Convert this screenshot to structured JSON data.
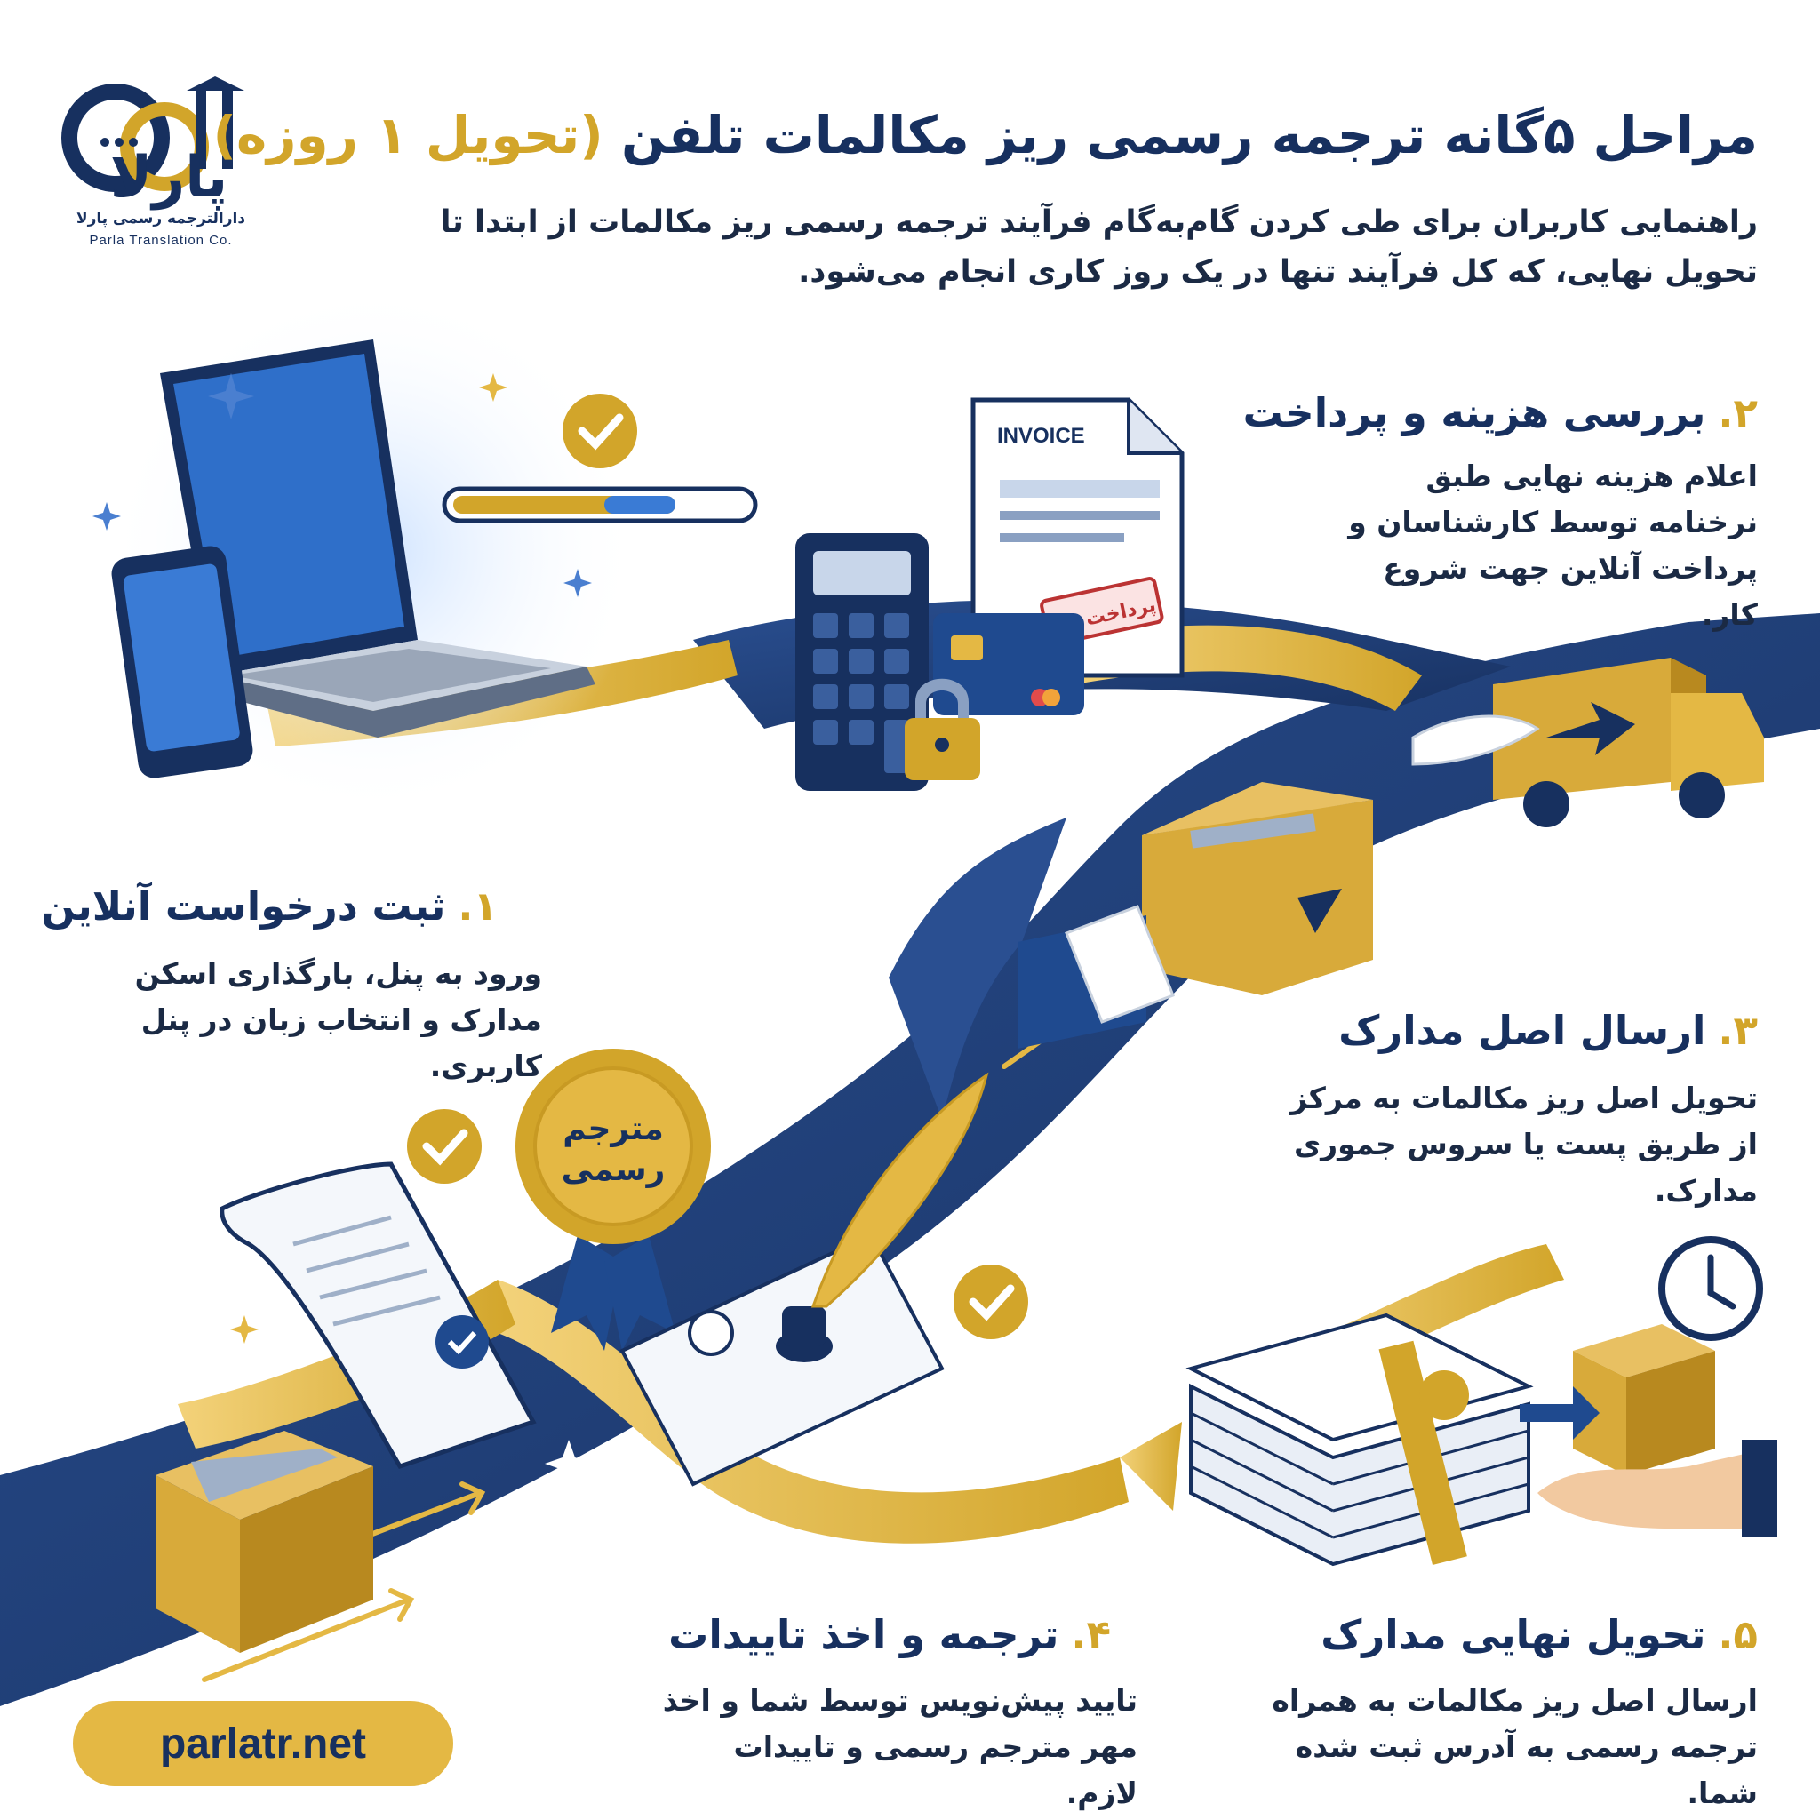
{
  "header": {
    "title_main": "مراحل ۵گانه ترجمه رسمی ریز مکالمات تلفن",
    "title_highlight": "(تحویل ۱ روزه)",
    "subtitle": "راهنمایی کاربران برای طی کردن گام‌به‌گام فرآیند ترجمه رسمی ریز مکالمات از ابتدا تا تحویل نهایی، که کل فرآیند تنها در یک روز کاری انجام می‌شود."
  },
  "brand": {
    "logo_text": "پارلا",
    "tagline_fa": "دارالترجمه رسمی پارلا",
    "tagline_en": "Parla Translation Co.",
    "website": "parlatr.net"
  },
  "steps": [
    {
      "num": "۱.",
      "title": "ثبت درخواست آنلاین",
      "desc": "ورود به پنل، بارگذاری اسکن مدارک و انتخاب زبان در پنل کاربری."
    },
    {
      "num": "۲.",
      "title": "بررسی هزینه و پرداخت",
      "desc": "اعلام هزینه نهایی طبق نرخنامه توسط کارشناسان و پرداخت آنلاین جهت شروع کار."
    },
    {
      "num": "۳.",
      "title": "ارسال اصل مدارک",
      "desc": "تحویل اصل ریز مکالمات به مرکز از طریق پست یا سروس جموری مدارک."
    },
    {
      "num": "۴.",
      "title": "ترجمه و اخذ تاییدات",
      "desc": "تایید پیش‌نویس توسط شما و اخذ مهر مترجم رسمی و تاییدات لازم."
    },
    {
      "num": "۵.",
      "title": "تحویل نهایی مدارک",
      "desc": "ارسال اصل ریز مکالمات به همراه ترجمه رسمی به آدرس ثبت شده شما."
    }
  ],
  "illustrations": {
    "invoice_label": "INVOICE",
    "paid_stamp": "پرداخت شد",
    "seal_line1": "مترجم",
    "seal_line2": "رسمی"
  },
  "colors": {
    "navy": "#17305f",
    "gold": "#d2a52a",
    "road": "#1f3f7a",
    "light_gold": "#e4b844"
  }
}
